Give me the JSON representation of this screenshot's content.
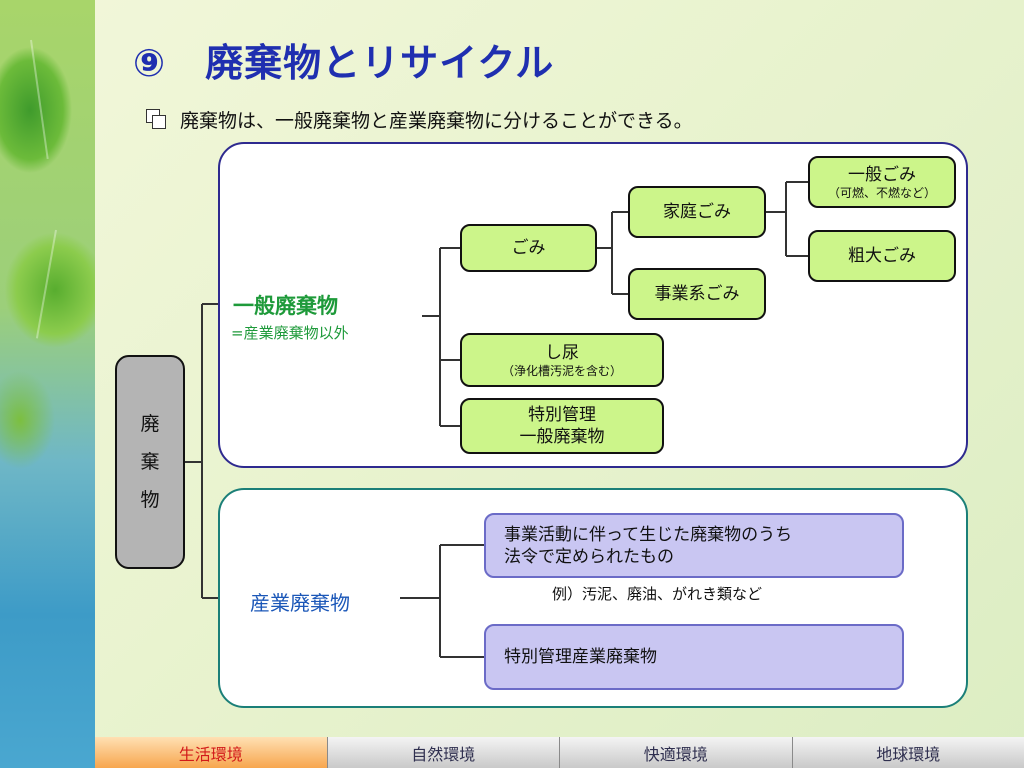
{
  "title": "⑨　廃棄物とリサイクル",
  "intro": "廃棄物は、一般廃棄物と産業廃棄物に分けることができる。",
  "root": {
    "chars": [
      "廃",
      "棄",
      "物"
    ]
  },
  "general": {
    "label": "一般廃棄物",
    "note": "=産業廃棄物以外",
    "gomi": "ごみ",
    "katei_gomi": "家庭ごみ",
    "ippan_gomi": "一般ごみ",
    "ippan_gomi_sub": "（可燃、不燃など）",
    "sodai_gomi": "粗大ごみ",
    "jigyokei_gomi": "事業系ごみ",
    "shinyo": "し尿",
    "shinyo_sub": "（浄化槽汚泥を含む）",
    "tokubetsu_line1": "特別管理",
    "tokubetsu_line2": "一般廃棄物"
  },
  "industrial": {
    "label": "産業廃棄物",
    "definition_line1": "事業活動に伴って生じた廃棄物のうち",
    "definition_line2": "法令で定められたもの",
    "example": "例）汚泥、廃油、がれき類など",
    "tokubetsu": "特別管理産業廃棄物"
  },
  "nav_tabs": [
    "生活環境",
    "自然環境",
    "快適環境",
    "地球環境"
  ],
  "colors": {
    "title": "#1f2fb0",
    "general_label": "#1e9a3a",
    "industrial_label": "#1b57b8",
    "green_box": "#ccf58a",
    "purple_box": "#c9c6f2",
    "active_tab_text": "#d21a1a"
  }
}
